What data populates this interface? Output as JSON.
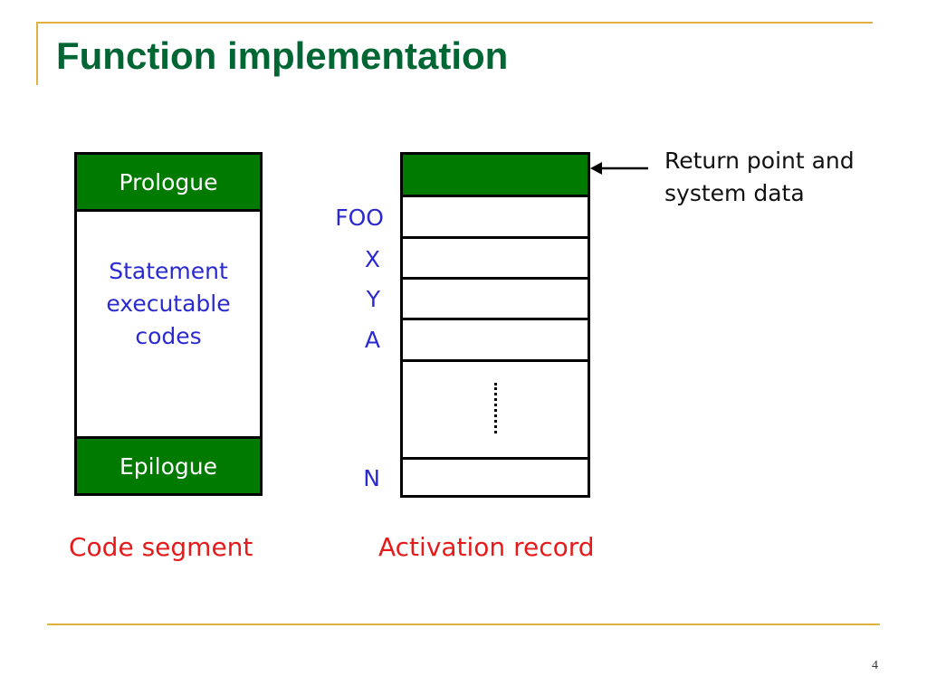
{
  "slide": {
    "title": "Function implementation",
    "page_number": "4"
  },
  "code_segment": {
    "prologue": "Prologue",
    "statement_lines": [
      "Statement",
      "executable",
      "codes"
    ],
    "epilogue": "Epilogue",
    "caption": "Code segment"
  },
  "activation_record": {
    "labels": [
      "FOO",
      "X",
      "Y",
      "A",
      "N"
    ],
    "caption": "Activation record",
    "return_note_lines": [
      "Return point and",
      "system data"
    ]
  },
  "colors": {
    "title": "#006633",
    "green_fill": "#007a00",
    "blue_text": "#2a2ad0",
    "red_caption": "#e51a1a",
    "rule": "#e0b040"
  }
}
